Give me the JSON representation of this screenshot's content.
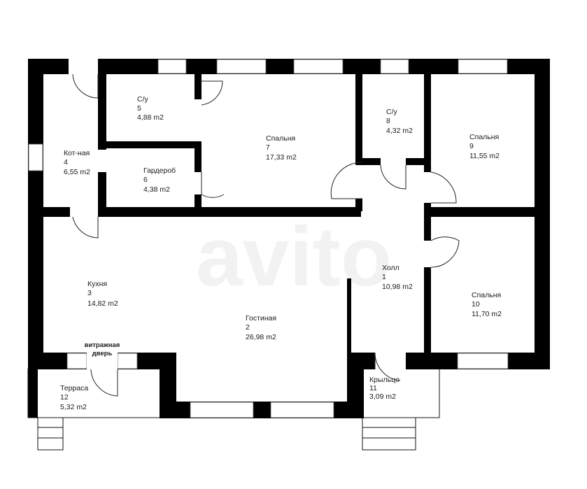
{
  "rooms": [
    {
      "id": "r5",
      "name": "С/у",
      "number": "5",
      "area": "4,88 m2"
    },
    {
      "id": "r7",
      "name": "Спальня",
      "number": "7",
      "area": "17,33 m2"
    },
    {
      "id": "r8",
      "name": "С/у",
      "number": "8",
      "area": "4,32 m2"
    },
    {
      "id": "r9",
      "name": "Спальня",
      "number": "9",
      "area": "11,55 m2"
    },
    {
      "id": "r4",
      "name": "Кот-ная",
      "number": "4",
      "area": "6,55 m2"
    },
    {
      "id": "r6",
      "name": "Гардероб",
      "number": "6",
      "area": "4,38 m2"
    },
    {
      "id": "r3",
      "name": "Кухня",
      "number": "3",
      "area": "14,82 m2"
    },
    {
      "id": "r1",
      "name": "Холл",
      "number": "1",
      "area": "10,98 m2"
    },
    {
      "id": "r10",
      "name": "Спальня",
      "number": "10",
      "area": "11,70 m2"
    },
    {
      "id": "r2",
      "name": "Гостиная",
      "number": "2",
      "area": "26,98 m2"
    },
    {
      "id": "r12",
      "name": "Терраса",
      "number": "12",
      "area": "5,32 m2"
    },
    {
      "id": "r11",
      "name": "Крыльцо",
      "number": "11",
      "area": "3,09 m2"
    }
  ],
  "annotation": {
    "line1": "витражная",
    "line2": "дверь"
  },
  "watermark": "avito"
}
